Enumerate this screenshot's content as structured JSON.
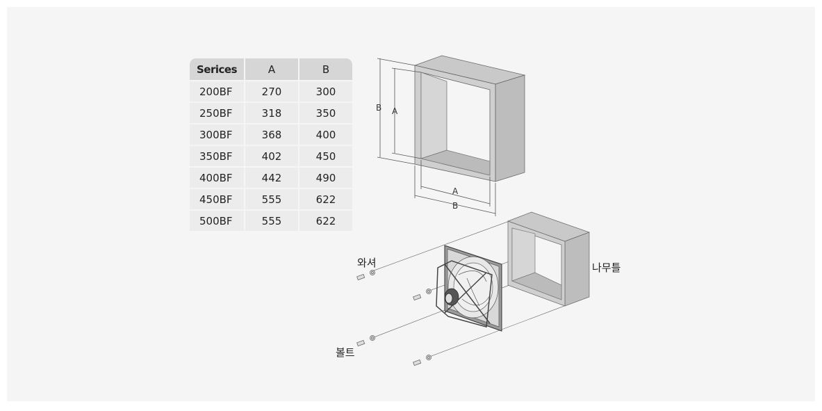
{
  "table": {
    "headers": [
      "Serices",
      "A",
      "B"
    ],
    "rows": [
      [
        "200BF",
        "270",
        "300"
      ],
      [
        "250BF",
        "318",
        "350"
      ],
      [
        "300BF",
        "368",
        "400"
      ],
      [
        "350BF",
        "402",
        "450"
      ],
      [
        "400BF",
        "442",
        "490"
      ],
      [
        "450BF",
        "555",
        "622"
      ],
      [
        "500BF",
        "555",
        "622"
      ]
    ]
  },
  "diagram": {
    "dim_labels": {
      "b_vertical": "B",
      "a_vertical": "A",
      "a_horizontal": "A",
      "b_horizontal": "B"
    },
    "parts": {
      "washer": "와셔",
      "bolt": "볼트",
      "wood_frame": "나무틀"
    }
  }
}
